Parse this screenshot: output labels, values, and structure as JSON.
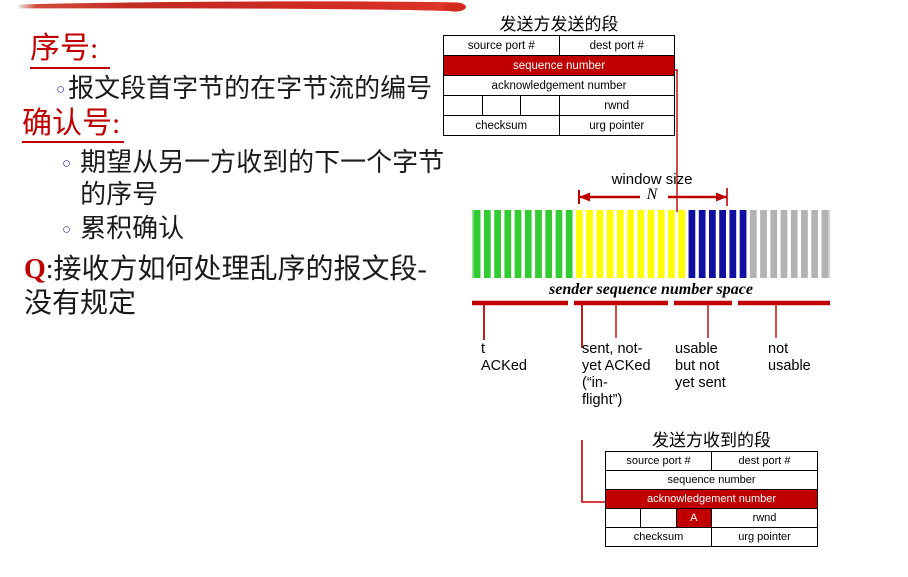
{
  "slide": {
    "title_decoration": "red-swoosh",
    "accent_color": "#C00000"
  },
  "left": {
    "heading_1": "序号:",
    "bullet_1": "报文段首字节的在字节流的编号",
    "heading_2": "确认号:",
    "bullet_2": "期望从另一方收到的下一个字节的序号",
    "bullet_3": "累积确认",
    "question_mark": "Q",
    "question_text": ":接收方如何处理乱序的报文段-没有规定",
    "bullet_glyph": "○"
  },
  "sent_segment": {
    "title": "发送方发送的段",
    "rows": [
      {
        "cells": [
          {
            "text": "source port #",
            "span": 3,
            "hl": false
          },
          {
            "text": "dest port #",
            "span": 3,
            "hl": false
          }
        ]
      },
      {
        "cells": [
          {
            "text": "sequence number",
            "span": 6,
            "hl": true
          }
        ]
      },
      {
        "cells": [
          {
            "text": "acknowledgement number",
            "span": 6,
            "hl": false
          }
        ]
      },
      {
        "cells": [
          {
            "text": "",
            "span": 1,
            "hl": false
          },
          {
            "text": "",
            "span": 1,
            "hl": false
          },
          {
            "text": "",
            "span": 1,
            "hl": false
          },
          {
            "text": "rwnd",
            "span": 3,
            "hl": false
          }
        ]
      },
      {
        "cells": [
          {
            "text": "checksum",
            "span": 3,
            "hl": false
          },
          {
            "text": "urg pointer",
            "span": 3,
            "hl": false
          }
        ]
      }
    ]
  },
  "received_segment": {
    "title": "发送方收到的段",
    "rows": [
      {
        "cells": [
          {
            "text": "source port #",
            "span": 3,
            "hl": false
          },
          {
            "text": "dest port #",
            "span": 3,
            "hl": false
          }
        ]
      },
      {
        "cells": [
          {
            "text": "sequence number",
            "span": 6,
            "hl": false
          }
        ]
      },
      {
        "cells": [
          {
            "text": "acknowledgement number",
            "span": 6,
            "hl": true
          }
        ]
      },
      {
        "cells": [
          {
            "text": "",
            "span": 1,
            "hl": false
          },
          {
            "text": "",
            "span": 1,
            "hl": false
          },
          {
            "text": "A",
            "span": 1,
            "hl": true
          },
          {
            "text": "rwnd",
            "span": 3,
            "hl": false
          }
        ]
      },
      {
        "cells": [
          {
            "text": "checksum",
            "span": 3,
            "hl": false
          },
          {
            "text": "urg pointer",
            "span": 3,
            "hl": false
          }
        ]
      }
    ]
  },
  "window": {
    "label": "window size",
    "symbol": "N"
  },
  "sequence_space": {
    "caption": "sender sequence number space",
    "colors": {
      "acked": "#33CC33",
      "in_flight": "#FFFF00",
      "usable": "#1010A0",
      "not_usable": "#B3B3B3"
    },
    "segments": [
      {
        "name": "acked",
        "bars": 10,
        "color": "#33CC33"
      },
      {
        "name": "in-flight",
        "bars": 11,
        "color": "#FFFF00"
      },
      {
        "name": "usable",
        "bars": 6,
        "color": "#1010A0"
      },
      {
        "name": "not-usable",
        "bars": 8,
        "color": "#B3B3B3"
      }
    ]
  },
  "legend": [
    {
      "id": "acked",
      "text": "t\nACKed"
    },
    {
      "id": "in-flight",
      "text": "sent, not-\nyet ACKed\n(“in-\nflight”)"
    },
    {
      "id": "usable",
      "text": "usable\nbut not\nyet sent"
    },
    {
      "id": "not-usable",
      "text": "not\nusable"
    }
  ]
}
